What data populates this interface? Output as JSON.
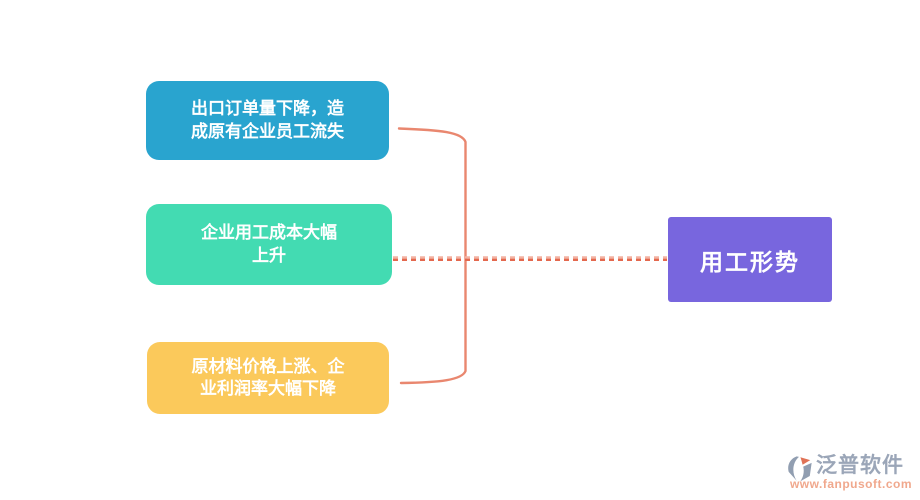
{
  "diagram": {
    "root": {
      "label": "用工形势",
      "color": "#7866DE"
    },
    "nodes": [
      {
        "id": "export-orders",
        "text": "出口订单量下降，造\n成原有企业员工流失",
        "color": "#29A4CF"
      },
      {
        "id": "labor-cost",
        "text": "企业用工成本大幅\n上升",
        "color": "#43DBB2"
      },
      {
        "id": "raw-material",
        "text": "原材料价格上涨、企\n业利润率大幅下降",
        "color": "#FBC95B"
      }
    ]
  },
  "colors": {
    "connector_solid": "#E9876F",
    "connector_dash_light": "#F3B2A2",
    "connector_dash_dark": "#E4684E",
    "node_text": "#FFFFFF",
    "watermark_gray": "#8C99AD",
    "watermark_orange": "#DF6B4D"
  },
  "watermark": {
    "brand": "泛普软件",
    "url": "www.fanpusoft.com"
  }
}
